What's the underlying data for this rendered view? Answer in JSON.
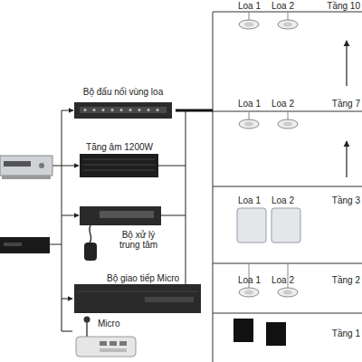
{
  "diagram": {
    "nodes": [
      {
        "text": [
          "Bộ đấu nối vùng loa"
        ]
      },
      {
        "text": [
          "Tăng âm 1200W"
        ]
      },
      {
        "text": [
          "Bộ xử lý trung tâm"
        ]
      },
      {
        "text": [
          "Bộ giao tiếp Micro"
        ]
      },
      {
        "text": [
          "Micro"
        ]
      },
      {
        "text": [
          "Loa 1",
          "Loa 2",
          "Tầng 10"
        ]
      },
      {
        "text": [
          "Loa 1",
          "Loa 2",
          "Tầng 7"
        ]
      },
      {
        "text": [
          "Loa 1",
          "Loa 2",
          "Tầng 3"
        ]
      },
      {
        "text": [
          "Loa 1",
          "Loa 2",
          "Tầng 2"
        ]
      },
      {
        "text": [
          "Tầng 1"
        ]
      }
    ],
    "edges": [
      {
        "from": 0,
        "to": 6,
        "arrow": "none"
      },
      {
        "from": 4,
        "to": 3,
        "arrow": "to"
      }
    ]
  }
}
